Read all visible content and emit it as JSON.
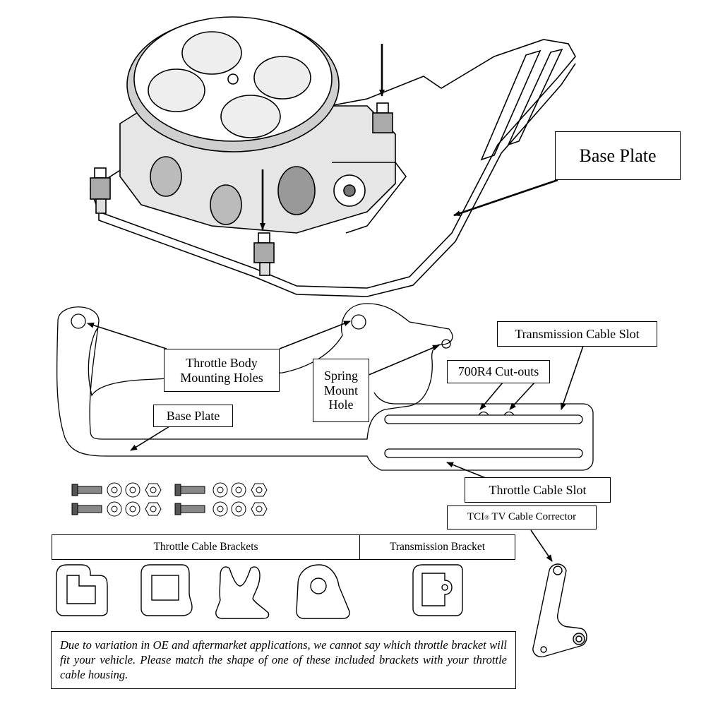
{
  "labels": {
    "base_plate_top": "Base Plate",
    "throttle_body_mounting_holes": "Throttle Body Mounting Holes",
    "spring_mount_hole": "Spring Mount Hole",
    "base_plate_lower": "Base Plate",
    "transmission_cable_slot": "Transmission Cable Slot",
    "cutouts_700r4": "700R4 Cut-outs",
    "throttle_cable_slot": "Throttle Cable Slot",
    "tv_cable_corrector_brand": "TCI",
    "tv_cable_corrector_mark": "®",
    "tv_cable_corrector_rest": " TV Cable Corrector"
  },
  "headers": {
    "throttle_cable_brackets": "Throttle Cable Brackets",
    "transmission_bracket": "Transmission Bracket"
  },
  "note": "Due to variation in OE and aftermarket applications, we cannot say which throttle bracket will fit your vehicle.  Please match the shape of one of these included brackets with your throttle cable housing.",
  "colors": {
    "line": "#000000",
    "background": "#ffffff",
    "shade": "#555555"
  }
}
